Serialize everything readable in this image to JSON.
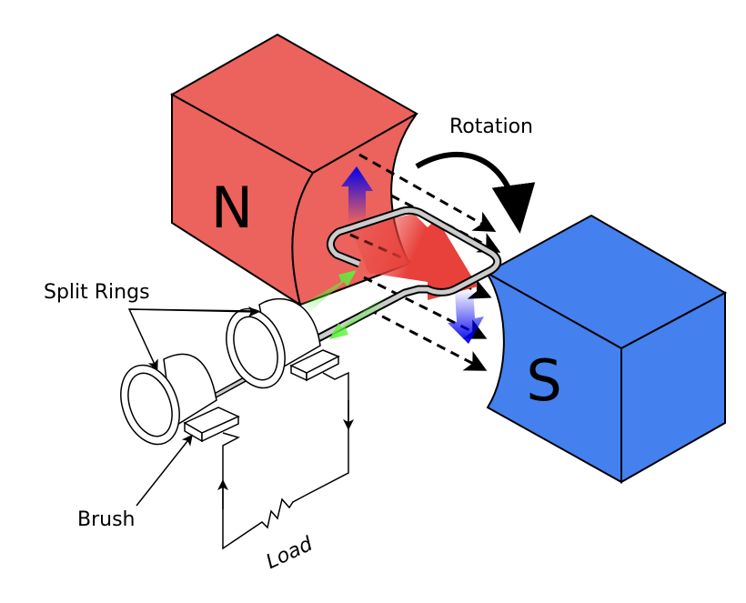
{
  "labels": {
    "north": "N",
    "south": "S",
    "rotation": "Rotation",
    "split_rings": "Split Rings",
    "brush": "Brush",
    "load": "Load"
  },
  "colors": {
    "north_magnet": "#ec625c",
    "south_magnet": "#4580ef",
    "force_arrow": "#0000ee",
    "current_arrow": "#5cf23a",
    "field_arrow": "#e8403a",
    "loop": "#cccccc"
  }
}
